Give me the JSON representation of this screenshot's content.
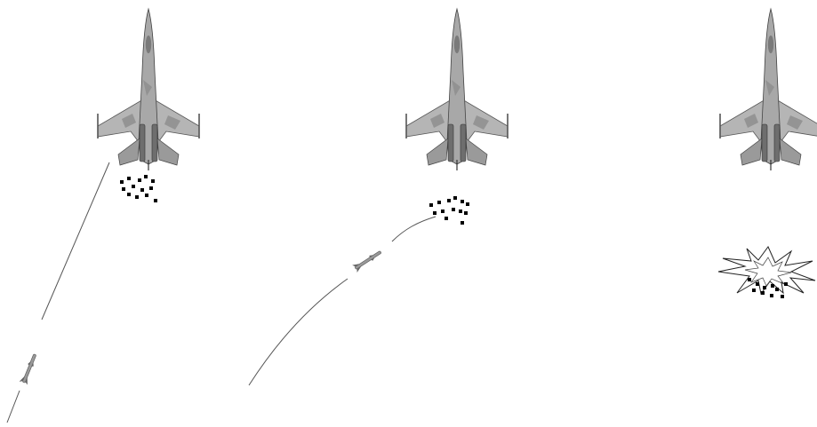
{
  "panels": [
    {
      "id": "panel-1",
      "stage": "missile-approaching",
      "flares": "released",
      "missile_path": "straight",
      "explosion": false
    },
    {
      "id": "panel-2",
      "stage": "missile-diverted-to-flares",
      "flares": "released",
      "missile_path": "curved",
      "explosion": false
    },
    {
      "id": "panel-3",
      "stage": "missile-detonates-on-flares",
      "flares": "released",
      "missile_path": "none",
      "explosion": true
    }
  ],
  "icons": {
    "aircraft": "fighter-jet-icon",
    "missile": "missile-icon",
    "flare": "flare-decoy-icon",
    "explosion": "explosion-icon"
  },
  "colors": {
    "background": "#ffffff",
    "aircraft_body": "#b5b5b5",
    "aircraft_dark": "#6e6e6e",
    "flares": "#000000",
    "trail": "#555555",
    "explosion_fill": "#ffffff",
    "explosion_stroke": "#222222"
  }
}
